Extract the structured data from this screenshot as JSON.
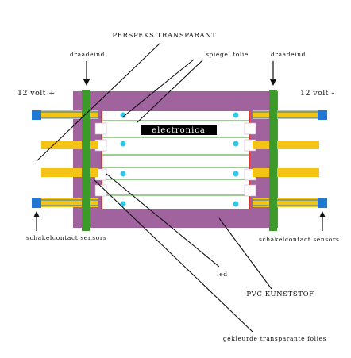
{
  "labels": {
    "perspex": "PERSPEKS TRANSPARANT",
    "draadeind_left": "draadeind",
    "spiegel_folie": "spiegel folie",
    "draadeind_right": "draadeind",
    "volt_left": "12 volt +",
    "volt_right": "12 volt -",
    "electronica": "electronica",
    "schakel_left": "schakelcontact sensors",
    "schakel_right": "schakelcontact sensors",
    "led": "led",
    "pvc": "PVC KUNSTSTOF",
    "gekleurde": "gekleurde transparante folies"
  },
  "colors": {
    "pvc_frame": "#a0639e",
    "wire_bar": "#3c9a2a",
    "contact": "#f3c316",
    "terminal": "#1f78d4",
    "led": "#2fc6e8",
    "foil_line": "#3c9a2a",
    "red_edge": "#e0322b",
    "label_box": "#000000"
  }
}
